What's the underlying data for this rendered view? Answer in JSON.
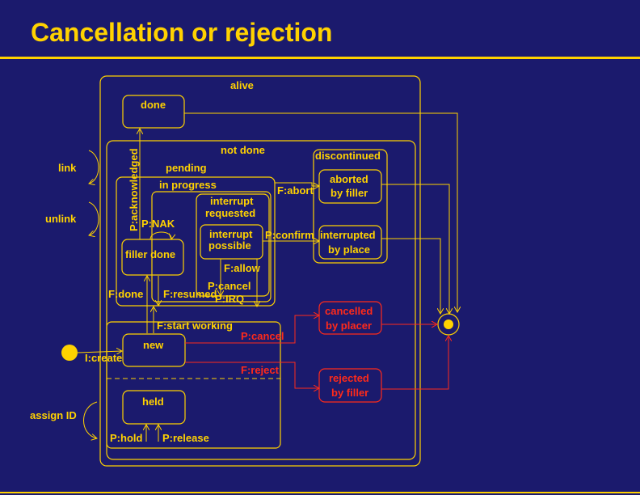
{
  "slide": {
    "title": "Cancellation or rejection"
  },
  "colors": {
    "background": "#1b1a6d",
    "foreground": "#ffd200",
    "highlight": "#ff2a1a"
  },
  "states": {
    "alive": "alive",
    "done": "done",
    "not_done": "not done",
    "pending": "pending",
    "in_progress": "in progress",
    "interrupt_requested": [
      "interrupt",
      "requested"
    ],
    "interrupt_possible": [
      "interrupt",
      "possible"
    ],
    "filler_done": "filler done",
    "new": "new",
    "held": "held",
    "discontinued": "discontinued",
    "aborted_by_filler": [
      "aborted",
      "by filler"
    ],
    "interrupted_by_place": [
      "interrupted",
      "by place"
    ],
    "cancelled_by_placer": [
      "cancelled",
      "by placer"
    ],
    "rejected_by_filler": [
      "rejected",
      "by filler"
    ]
  },
  "transitions": {
    "link": "link",
    "unlink": "unlink",
    "assign_id": "assign ID",
    "create": "I:create",
    "acknowledged": "P:acknowledged",
    "nak": "P:NAK",
    "done": "F:done",
    "resumed": "F:resumed",
    "start_working": "F:start working",
    "abort": "F:abort",
    "confirm": "P:confirm",
    "allow": "F:allow",
    "cancel_irq": [
      "P:cancel",
      "P:IRQ"
    ],
    "cancel": "P:cancel",
    "reject": "F:reject",
    "hold": "P:hold",
    "release": "P:release"
  }
}
